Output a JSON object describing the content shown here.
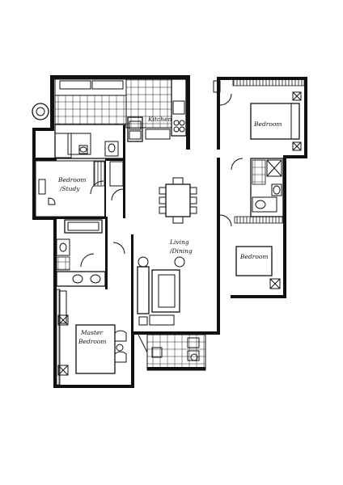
{
  "rooms": {
    "kitchen": "Kitchen",
    "bedroom_study": [
      "Bedroom",
      "/Study"
    ],
    "bedroom_upper": "Bedroom",
    "bedroom_lower": "Bedroom",
    "living_dining": [
      "Living",
      "/Dining"
    ],
    "master_bedroom": [
      "Master",
      "Bedroom"
    ]
  }
}
